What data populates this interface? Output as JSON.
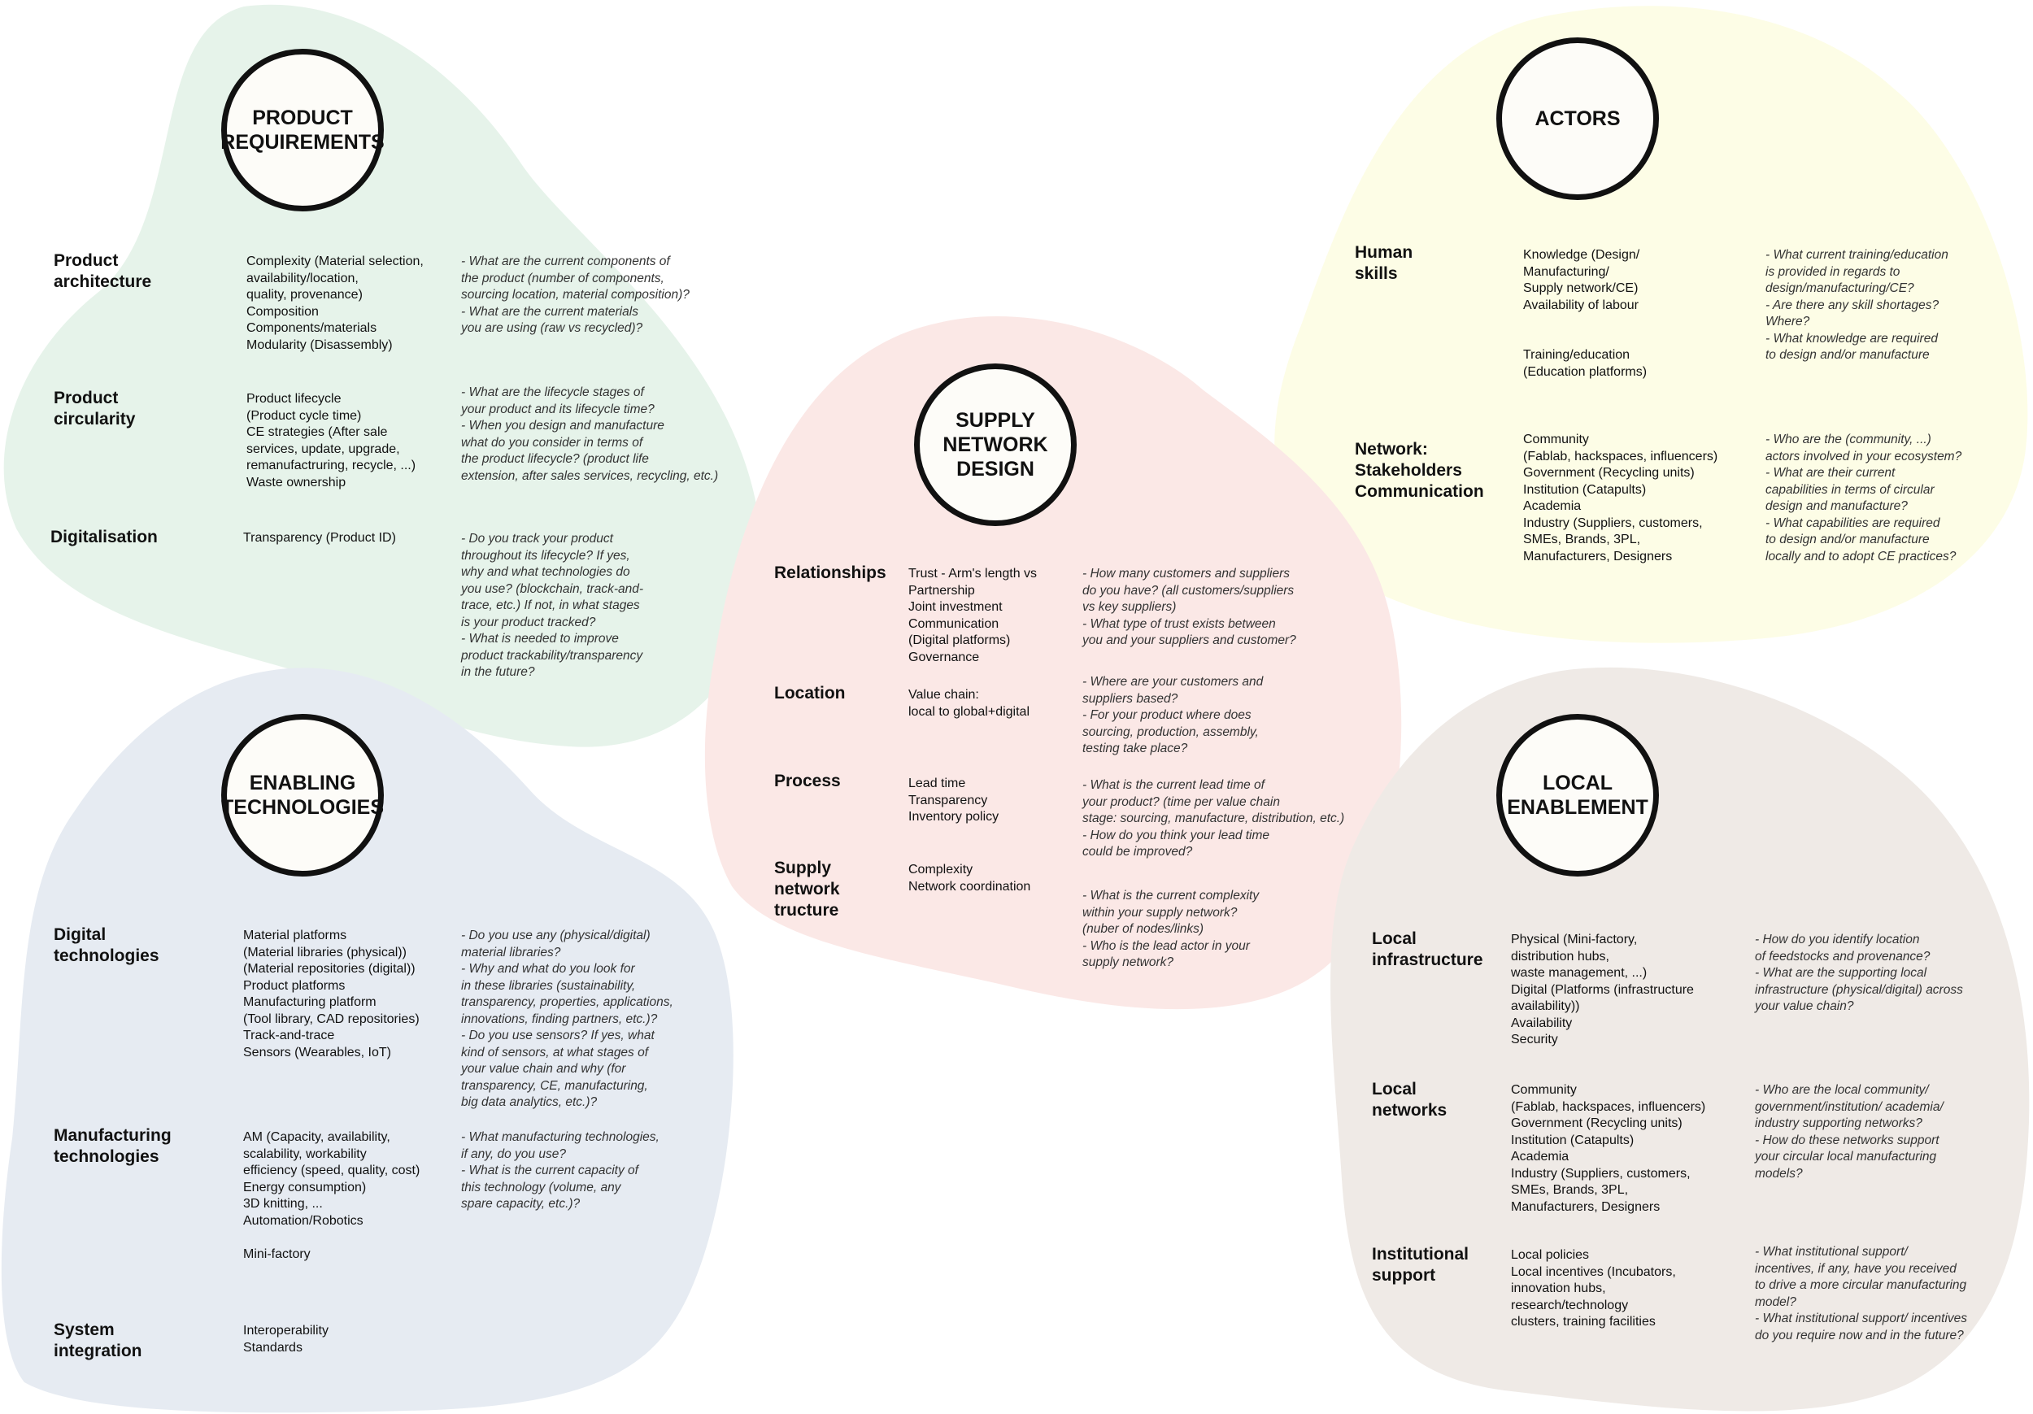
{
  "colors": {
    "product_requirements": "#e6f3ea",
    "actors": "#fdfde6",
    "supply_network_design": "#fbe8e6",
    "enabling_technologies": "#e6ebf2",
    "local_enablement": "#efeae6",
    "circle_stroke": "#111111"
  },
  "product_requirements": {
    "title": "PRODUCT\nREQUIREMENTS",
    "rows": [
      {
        "head": "Product\narchitecture",
        "attr": "Complexity (Material selection,\navailability/location,\nquality, provenance)\nComposition\nComponents/materials\nModularity (Disassembly)",
        "q": "- What are the current components of\nthe product (number of components,\nsourcing location, material composition)?\n- What are the current materials\nyou are using (raw vs recycled)?"
      },
      {
        "head": "Product\ncircularity",
        "attr": "Product lifecycle\n(Product cycle time)\nCE strategies (After sale\nservices, update, upgrade,\nremanufactruring, recycle, ...)\nWaste ownership",
        "q": "- What are the lifecycle stages of\nyour product and its lifecycle time?\n- When you design and manufacture\nwhat do you consider in terms of\nthe product lifecycle? (product life\nextension, after sales services, recycling, etc.)"
      },
      {
        "head": "Digitalisation",
        "attr": "Transparency (Product ID)",
        "q": "- Do you track your product\nthroughout its lifecycle? If yes,\nwhy and what technologies do\nyou use? (blockchain, track-and-\ntrace, etc.) If not, in what stages\nis your product tracked?\n- What is needed to improve\nproduct trackability/transparency\nin the future?"
      }
    ]
  },
  "actors": {
    "title": "ACTORS",
    "rows": [
      {
        "head": "Human\nskills",
        "attr": "Knowledge (Design/\nManufacturing/\nSupply network/CE)\nAvailability of labour\n\n\nTraining/education\n(Education platforms)",
        "q": "- What current training/education\nis provided in regards to\ndesign/manufacturing/CE?\n- Are there any skill shortages?\nWhere?\n- What knowledge are required\nto design and/or manufacture"
      },
      {
        "head": "Network:\nStakeholders\nCommunication",
        "attr": "Community\n(Fablab, hackspaces, influencers)\nGovernment (Recycling units)\nInstitution (Catapults)\nAcademia\nIndustry (Suppliers, customers,\nSMEs, Brands, 3PL,\nManufacturers, Designers",
        "q": "- Who are the (community, ...)\nactors involved in your ecosystem?\n- What are their current\ncapabilities in terms of circular\ndesign and manufacture?\n- What capabilities are required\nto design and/or  manufacture\nlocally and to adopt CE practices?"
      }
    ]
  },
  "supply_network_design": {
    "title": "SUPPLY\nNETWORK\nDESIGN",
    "rows": [
      {
        "head": "Relationships",
        "attr": "Trust - Arm's length vs\nPartnership\nJoint investment\nCommunication\n(Digital platforms)\nGovernance",
        "q": "- How many customers and suppliers\ndo you have? (all customers/suppliers\nvs key suppliers)\n- What type of trust exists between\nyou and your suppliers and customer?"
      },
      {
        "head": "Location",
        "attr": "Value chain:\nlocal to global+digital",
        "q": "- Where are your customers and\nsuppliers based?\n- For your product where does\nsourcing, production, assembly,\ntesting take place?"
      },
      {
        "head": "Process",
        "attr": "Lead time\nTransparency\nInventory policy",
        "q": "- What is the current lead time of\nyour product? (time per value chain\nstage: sourcing, manufacture, distribution, etc.)\n- How do you think your lead time\ncould be improved?"
      },
      {
        "head": "Supply\nnetwork\ntructure",
        "attr": "Complexity\nNetwork coordination",
        "q": "- What is the current complexity\nwithin your supply network?\n(nuber of nodes/links)\n- Who is the lead actor in your\nsupply network?"
      }
    ]
  },
  "enabling_technologies": {
    "title": "ENABLING\nTECHNOLOGIES",
    "rows": [
      {
        "head": "Digital\ntechnologies",
        "attr": "Material platforms\n(Material libraries (physical))\n(Material repositories (digital))\nProduct platforms\nManufacturing platform\n(Tool library, CAD repositories)\nTrack-and-trace\nSensors (Wearables, IoT)",
        "q": "- Do you use any (physical/digital)\nmaterial libraries?\n- Why and what do you look for\nin these libraries (sustainability,\ntransparency, properties, applications,\ninnovations, finding partners, etc.)?\n- Do you use sensors? If yes, what\nkind of sensors, at what stages of\nyour value chain and why (for\ntransparency, CE, manufacturing,\nbig data analytics, etc.)?"
      },
      {
        "head": "Manufacturing\ntechnologies",
        "attr": "AM (Capacity, availability,\nscalability, workability\nefficiency (speed, quality, cost)\nEnergy consumption)\n3D knitting, ...\nAutomation/Robotics\n\nMini-factory",
        "q": "- What manufacturing technologies,\nif any, do you use?\n- What is the current capacity of\nthis technology (volume, any\nspare capacity, etc.)?"
      },
      {
        "head": "System\nintegration",
        "attr": "Interoperability\nStandards",
        "q": ""
      }
    ]
  },
  "local_enablement": {
    "title": "LOCAL\nENABLEMENT",
    "rows": [
      {
        "head": "Local\ninfrastructure",
        "attr": "Physical (Mini-factory,\ndistribution hubs,\nwaste management, ...)\nDigital (Platforms (infrastructure\navailability))\nAvailability\nSecurity",
        "q": "- How do you identify location\nof feedstocks and provenance?\n- What are the supporting local\ninfrastructure (physical/digital) across\nyour value chain?"
      },
      {
        "head": "Local\nnetworks",
        "attr": "Community\n(Fablab, hackspaces, influencers)\nGovernment (Recycling units)\nInstitution (Catapults)\nAcademia\nIndustry (Suppliers, customers,\nSMEs, Brands, 3PL,\nManufacturers, Designers",
        "q": "- Who are the local community/\ngovernment/institution/ academia/\nindustry supporting networks?\n- How do these networks support\nyour circular local manufacturing\nmodels?"
      },
      {
        "head": "Institutional\nsupport",
        "attr": "Local policies\nLocal incentives (Incubators,\ninnovation hubs,\nresearch/technology\nclusters, training facilities",
        "q": "- What institutional support/\nincentives, if any, have you received\nto drive a more circular manufacturing\nmodel?\n- What institutional support/ incentives\ndo you require now and in the future?"
      }
    ]
  }
}
